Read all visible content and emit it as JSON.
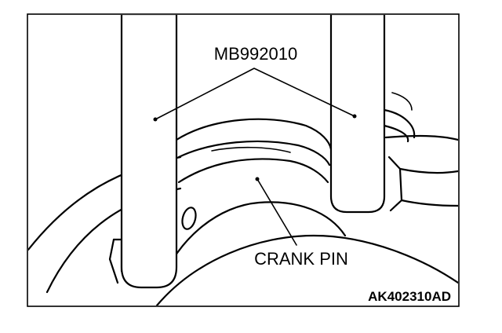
{
  "figure": {
    "tool_label": "MB992010",
    "part_label": "CRANK PIN",
    "figure_id": "AK402310AD"
  }
}
